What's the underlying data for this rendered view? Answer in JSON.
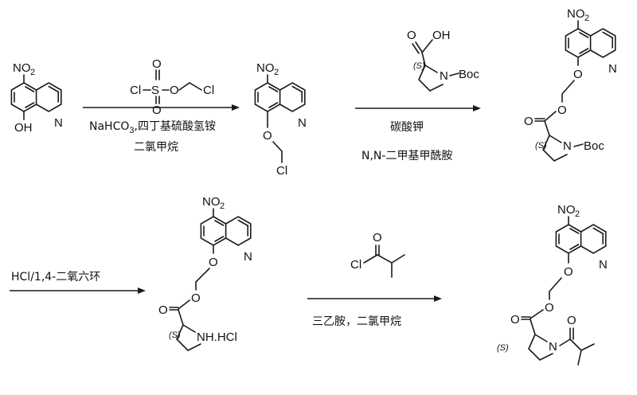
{
  "labels": {
    "nitro": "NO",
    "nitro_sub": "2",
    "hydroxy": "OH",
    "ring_n": "N",
    "oxygen": "O",
    "chloro": "Cl",
    "sulfur": "S",
    "hydroxyl_h": "OH",
    "boc": "Boc",
    "stereo": "(S)",
    "nh_hcl": "NH.HCl"
  },
  "conditions": {
    "step1_line1": "NaHCO",
    "step1_line1_sub": "3",
    "step1_line1_rest": ",四丁基硫酸氢铵",
    "step1_line2": "二氯甲烷",
    "step2_line1": "碳酸钾",
    "step2_line2": "N,N-二甲基甲酰胺",
    "step3_line1": "HCl/1,4-二氧六环",
    "step4_line1": "三乙胺，二氯甲烷"
  }
}
